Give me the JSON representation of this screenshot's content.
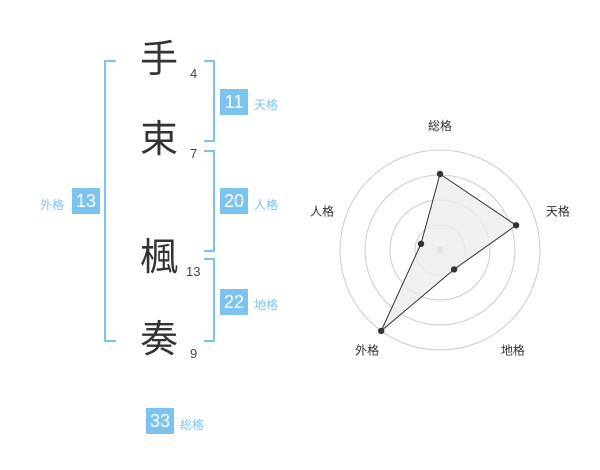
{
  "name": {
    "characters": [
      {
        "char": "手",
        "strokes": "4"
      },
      {
        "char": "束",
        "strokes": "7"
      },
      {
        "char": "楓",
        "strokes": "13"
      },
      {
        "char": "奏",
        "strokes": "9"
      }
    ]
  },
  "fortune": {
    "tenkaku": {
      "label": "天格",
      "value": "11"
    },
    "jinkaku": {
      "label": "人格",
      "value": "20"
    },
    "chikaku": {
      "label": "地格",
      "value": "22"
    },
    "gaikaku": {
      "label": "外格",
      "value": "13"
    },
    "soukaku": {
      "label": "総格",
      "value": "33"
    }
  },
  "chart_data": {
    "type": "radar",
    "axes": [
      "総格",
      "天格",
      "地格",
      "外格",
      "人格"
    ],
    "values": [
      3.8,
      4.0,
      1.2,
      5.0,
      1.0
    ],
    "max": 5,
    "rings": 4,
    "colors": {
      "fill": "#ececec",
      "line": "#333333",
      "grid": "#cccccc",
      "point": "#333333"
    }
  }
}
